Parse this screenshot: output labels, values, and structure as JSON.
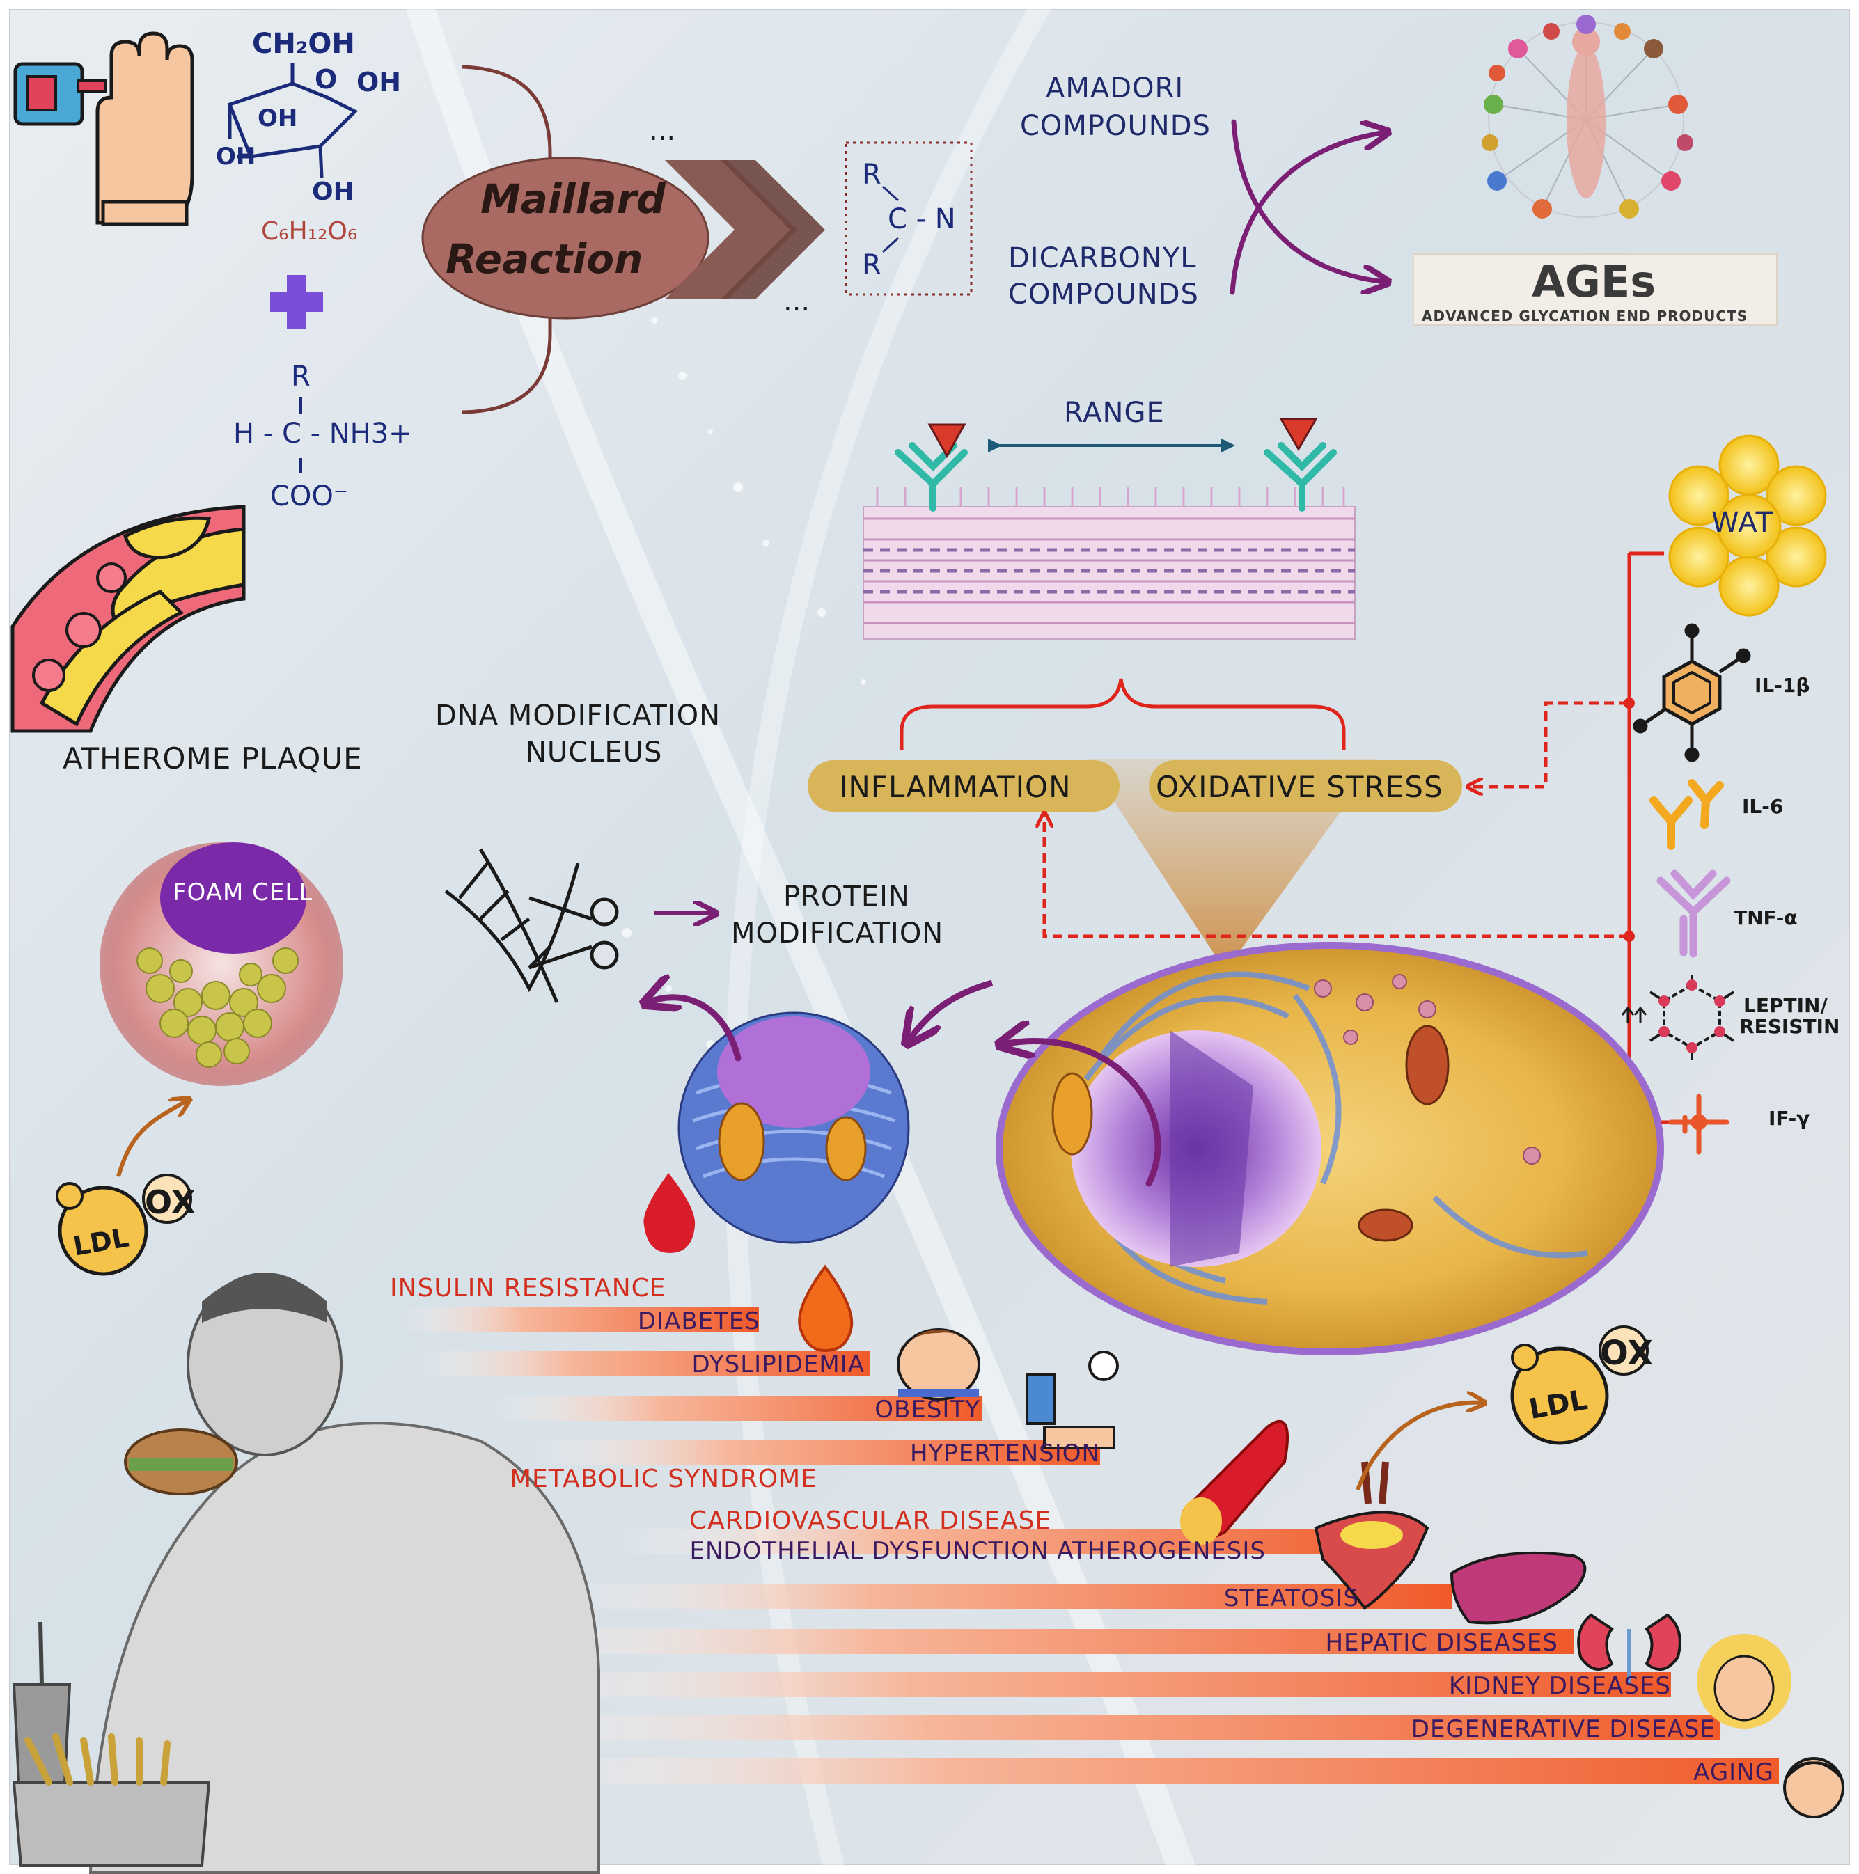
{
  "glucose": {
    "ch2oh": "CH₂OH",
    "o_ring": "O",
    "oh_right": "OH",
    "oh_upper": "OH",
    "oh_left": "OH",
    "oh_bottom": "OH",
    "formula": "C₆H₁₂O₆"
  },
  "amino_acid": {
    "r": "R",
    "middle": "H - C - NH3+",
    "bottom": "COO⁻"
  },
  "maillard": {
    "line1": "Maillard",
    "line2": "Reaction"
  },
  "dots_top": "...",
  "dots_bottom": "...",
  "schiff": {
    "r_top": "R",
    "c_n": "C - N",
    "r_bottom": "R"
  },
  "amadori": {
    "line1": "AMADORI",
    "line2": "COMPOUNDS"
  },
  "dicarbonyl": {
    "line1": "DICARBONYL",
    "line2": "COMPOUNDS"
  },
  "ages": {
    "title": "AGEs",
    "subtitle": "ADVANCED GLYCATION END PRODUCTS"
  },
  "range_label": "RANGE",
  "wat_label": "WAT",
  "cytokines": {
    "il1b": "IL-1β",
    "il6": "IL-6",
    "tnf": "TNF-α",
    "leptin1": "LEPTIN/",
    "leptin2": "RESISTIN",
    "ify": "IF-γ"
  },
  "atherome_label": "ATHEROME PLAQUE",
  "dna_mod": {
    "line1": "DNA MODIFICATION",
    "line2": "NUCLEUS"
  },
  "inflammation": "INFLAMMATION",
  "oxidative_stress": "OXIDATIVE STRESS",
  "foam_cell": "FOAM CELL",
  "protein_mod": {
    "line1": "PROTEIN",
    "line2": "MODIFICATION"
  },
  "ldl": {
    "label": "LDL",
    "ox": "OX"
  },
  "conditions": [
    {
      "label": "INSULIN RESISTANCE",
      "color": "#d32f1e"
    },
    {
      "label": "DIABETES",
      "color": "#3a1a60"
    },
    {
      "label": "DYSLIPIDEMIA",
      "color": "#3a1a60"
    },
    {
      "label": "OBESITY",
      "color": "#3a1a60"
    },
    {
      "label": "HYPERTENSION",
      "color": "#3a1a60"
    },
    {
      "label": "METABOLIC SYNDROME",
      "color": "#d32f1e"
    },
    {
      "label": "CARDIOVASCULAR DISEASE",
      "color": "#d32f1e"
    },
    {
      "label": "ENDOTHELIAL DYSFUNCTION ATHEROGENESIS",
      "color": "#3a1a60"
    },
    {
      "label": "STEATOSIS",
      "color": "#3a1a60"
    },
    {
      "label": "HEPATIC DISEASES",
      "color": "#3a1a60"
    },
    {
      "label": "KIDNEY DISEASES",
      "color": "#3a1a60"
    },
    {
      "label": "DEGENERATIVE DISEASE",
      "color": "#3a1a60"
    },
    {
      "label": "AGING",
      "color": "#3a1a60"
    }
  ],
  "colors": {
    "purple_arrow": "#7a1f74",
    "red_line": "#e0261c",
    "gold_pill": "#d9b55a",
    "bar_orange": "#f26b3a",
    "text_navy": "#1f2a6b"
  }
}
